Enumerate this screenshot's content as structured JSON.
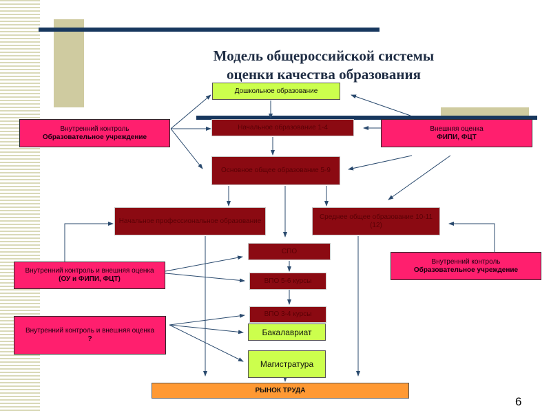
{
  "title_line1": "Модель общероссийской системы",
  "title_line2": "оценки качества образования",
  "boxes": {
    "preschool": "Дошкольное образование",
    "primary": "Начальное образование 1-4",
    "basic": "Основное общее образование 5-9",
    "vocational": "Начальное профессиональное образование",
    "secondary": "Среднее общее образование 10-11 (12)",
    "spo": "СПО",
    "vpo": "ВПО 5-6 курсы",
    "vpo2": "ВПО 3-4 курсы",
    "bachelor": "Бакалавриат",
    "master": "Магистратура",
    "labor": "РЫНОК ТРУДА"
  },
  "left_top": {
    "line1": "Внутренний контроль",
    "line2": "Образовательное учреждение"
  },
  "right_top": {
    "line1": "Внешняя оценка",
    "line2": "ФИПИ, ФЦТ"
  },
  "left_mid": {
    "line1": "Внутренний контроль и внешняя оценка",
    "line2": "(ОУ и ФИПИ, ФЦТ)"
  },
  "right_mid": {
    "line1": "Внутренний контроль",
    "line2": "Образовательное учреждение"
  },
  "left_bottom": {
    "line1": "Внутренний контроль и внешняя оценка",
    "line2": "?"
  },
  "page_number": "6",
  "colors": {
    "dark_red": "#8b0a12",
    "pink": "#ff1f6e",
    "lime": "#ccff4d",
    "orange": "#ff9933",
    "navy": "#17375e"
  }
}
